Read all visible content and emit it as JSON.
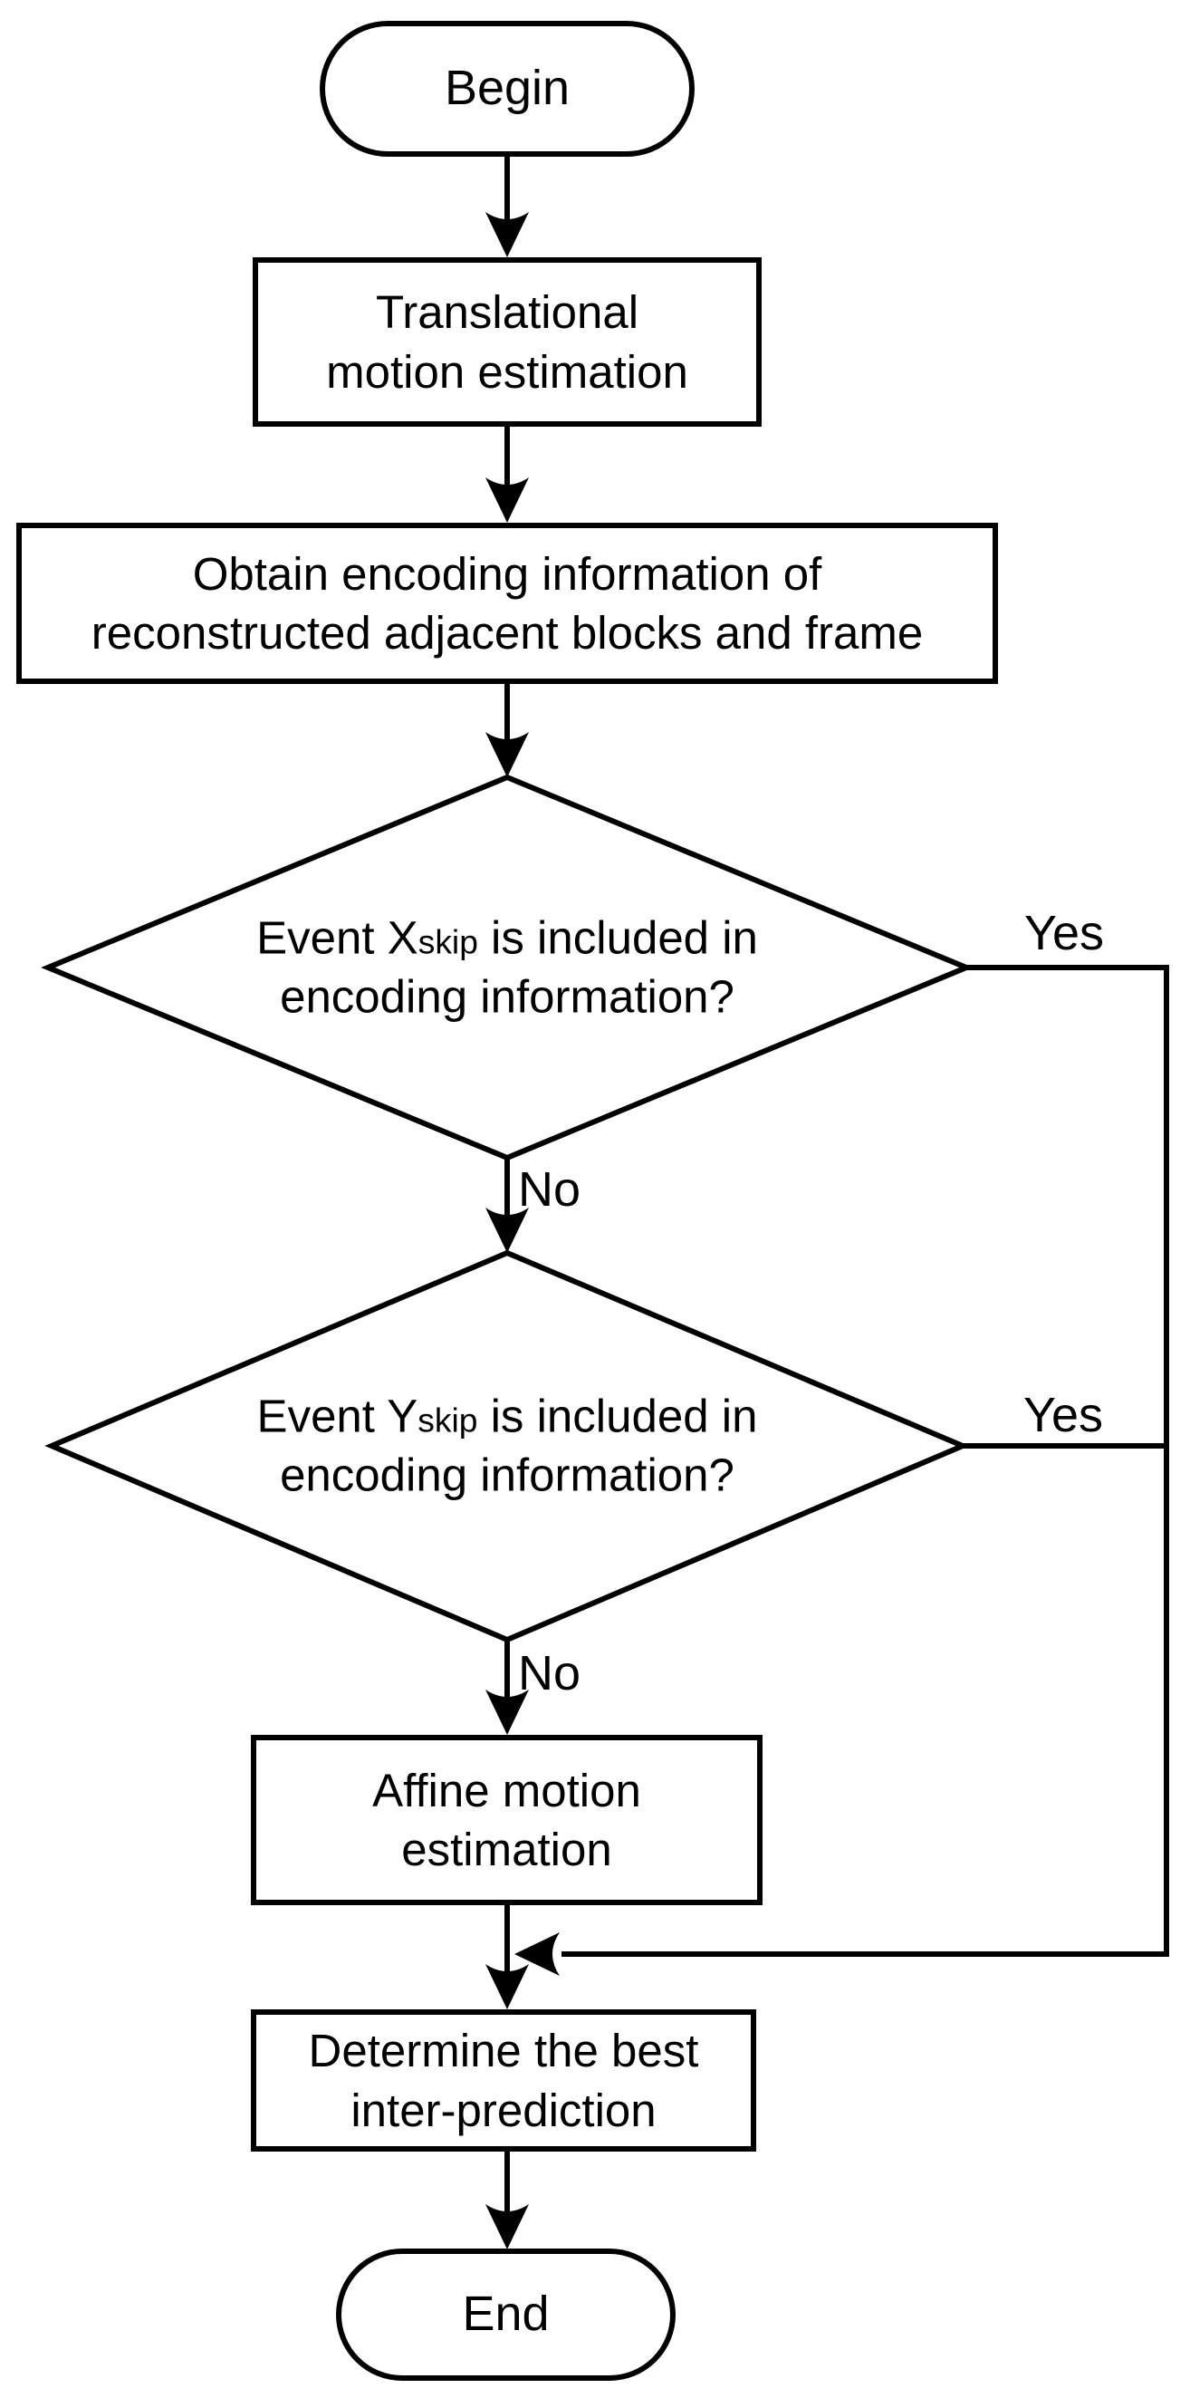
{
  "diagram": {
    "background": "#ffffff",
    "line_color": "#000000",
    "nodes": {
      "begin": {
        "type": "terminator",
        "label": "Begin"
      },
      "translational_motion_estimation": {
        "type": "process",
        "lines": [
          "Translational",
          "motion estimation"
        ]
      },
      "obtain_encoding_info": {
        "type": "process",
        "lines": [
          "Obtain encoding information of",
          "reconstructed adjacent blocks and frame"
        ]
      },
      "decision_x_skip": {
        "type": "decision",
        "line1_prefix": "Event X",
        "line1_sub": "skip",
        "line1_tail": " is included in",
        "line2": "encoding information?"
      },
      "decision_y_skip": {
        "type": "decision",
        "line1_prefix": "Event Y",
        "line1_sub": "skip",
        "line1_tail": " is included in",
        "line2": "encoding information?"
      },
      "affine_motion_estimation": {
        "type": "process",
        "lines": [
          "Affine motion",
          "estimation"
        ]
      },
      "determine_best_inter_prediction": {
        "type": "process",
        "lines": [
          "Determine the best",
          "inter-prediction"
        ]
      },
      "end": {
        "type": "terminator",
        "label": "End"
      }
    },
    "edge_labels": {
      "x_yes": "Yes",
      "x_no": "No",
      "y_yes": "Yes",
      "y_no": "No"
    }
  }
}
